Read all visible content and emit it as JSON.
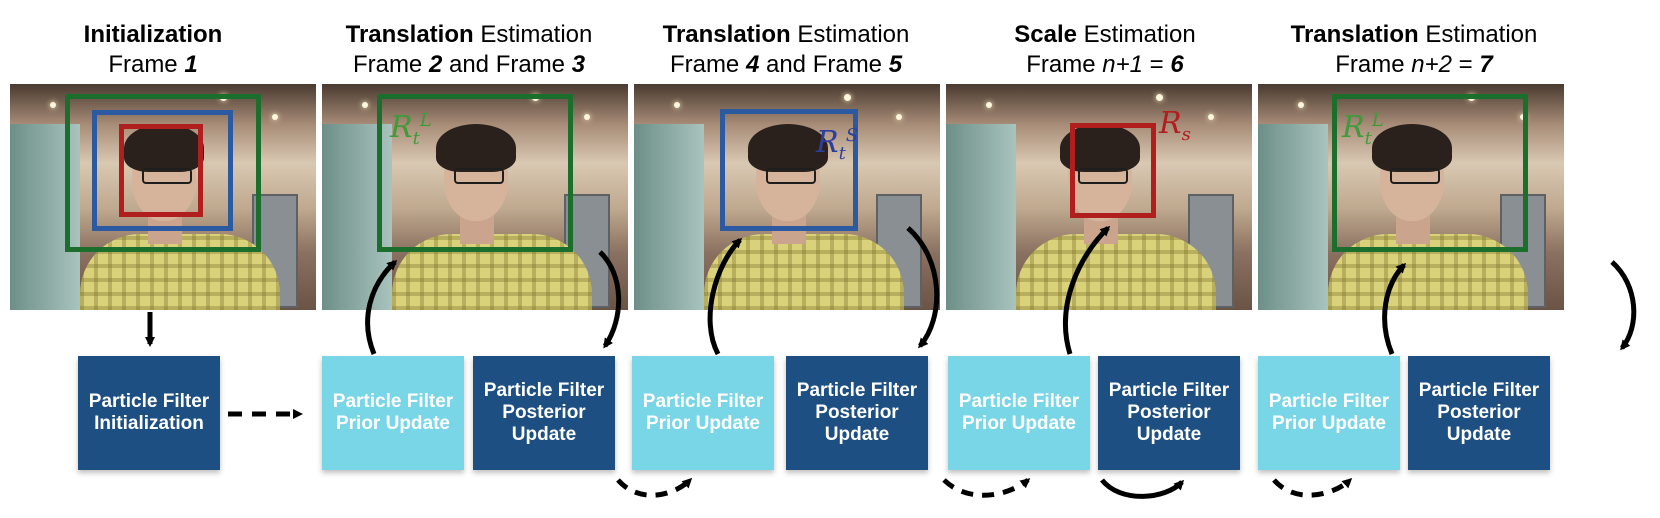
{
  "stages": [
    {
      "title_bold": "Initialization",
      "title_rest": "",
      "sub_a": "Frame ",
      "sub_a_bi": "1",
      "sub_b": "",
      "sub_b_bi": "",
      "sub_italic": "",
      "sub_eq": ""
    },
    {
      "title_bold": "Translation",
      "title_rest": " Estimation",
      "sub_a": "Frame ",
      "sub_a_bi": "2",
      "sub_b": " and Frame ",
      "sub_b_bi": "3",
      "sub_italic": "",
      "sub_eq": ""
    },
    {
      "title_bold": "Translation",
      "title_rest": " Estimation",
      "sub_a": "Frame ",
      "sub_a_bi": "4",
      "sub_b": " and Frame ",
      "sub_b_bi": "5",
      "sub_italic": "",
      "sub_eq": ""
    },
    {
      "title_bold": "Scale",
      "title_rest": " Estimation",
      "sub_a": "Frame ",
      "sub_a_bi": "",
      "sub_b": "",
      "sub_b_bi": "6",
      "sub_italic": "n+1",
      "sub_eq": " = "
    },
    {
      "title_bold": "Translation",
      "title_rest": " Estimation",
      "sub_a": "Frame ",
      "sub_a_bi": "",
      "sub_b": "",
      "sub_b_bi": "7",
      "sub_italic": "n+2",
      "sub_eq": " = "
    }
  ],
  "region_labels": {
    "large": {
      "base": "R",
      "sub": "t",
      "sup": "L",
      "color": "#3f9a3a"
    },
    "small": {
      "base": "R",
      "sub": "t",
      "sup": "S",
      "color": "#2c3f9e"
    },
    "scale": {
      "base": "R",
      "sub": "s",
      "sup": "",
      "color": "#b01e1e"
    }
  },
  "boxes": {
    "init": "Particle Filter Initialization",
    "prior": "Particle Filter Prior Update",
    "posterior": "Particle Filter Posterior Update"
  },
  "colors": {
    "dark_box": "#1d4f83",
    "light_box": "#79d6e6",
    "green": "#1c6e2d",
    "blue": "#2c5aa0",
    "red": "#b01e1e"
  }
}
